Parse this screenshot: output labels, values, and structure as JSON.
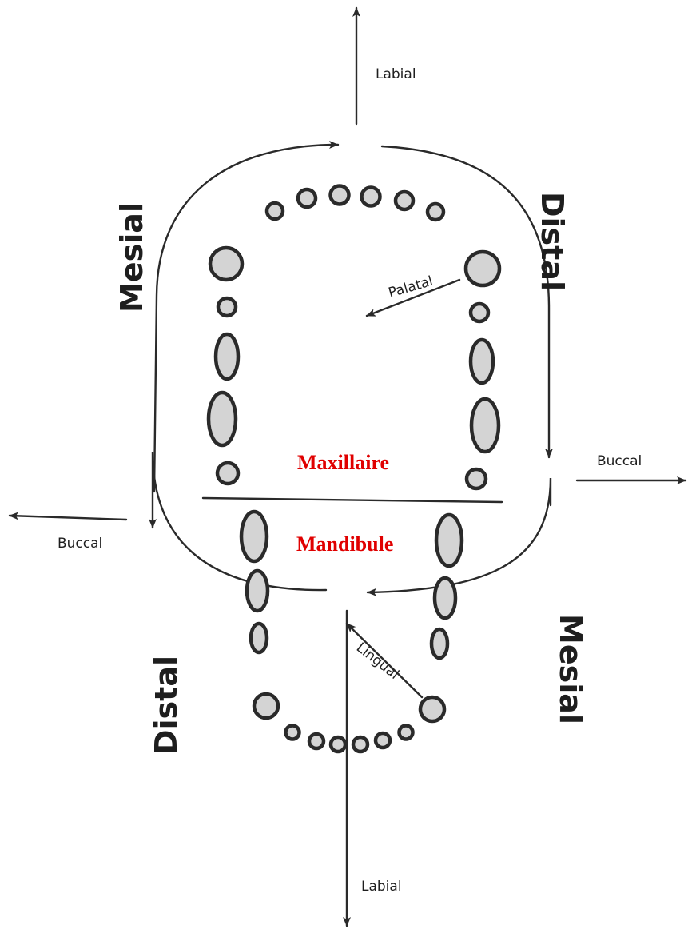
{
  "labels": {
    "labial_top": "Labial",
    "labial_bottom": "Labial",
    "buccal_right": "Buccal",
    "buccal_left": "Buccal",
    "palatal": "Palatal",
    "lingual": "Lingual",
    "mesial_upper": "Mesial",
    "distal_upper": "Distal",
    "mesial_lower": "Mesial",
    "distal_lower": "Distal",
    "maxillaire": "Maxillaire",
    "mandibule": "Mandibule"
  },
  "colors": {
    "jaw_label": "#e00000",
    "ink": "#2a2a2a",
    "tooth_fill": "#d4d4d4"
  }
}
